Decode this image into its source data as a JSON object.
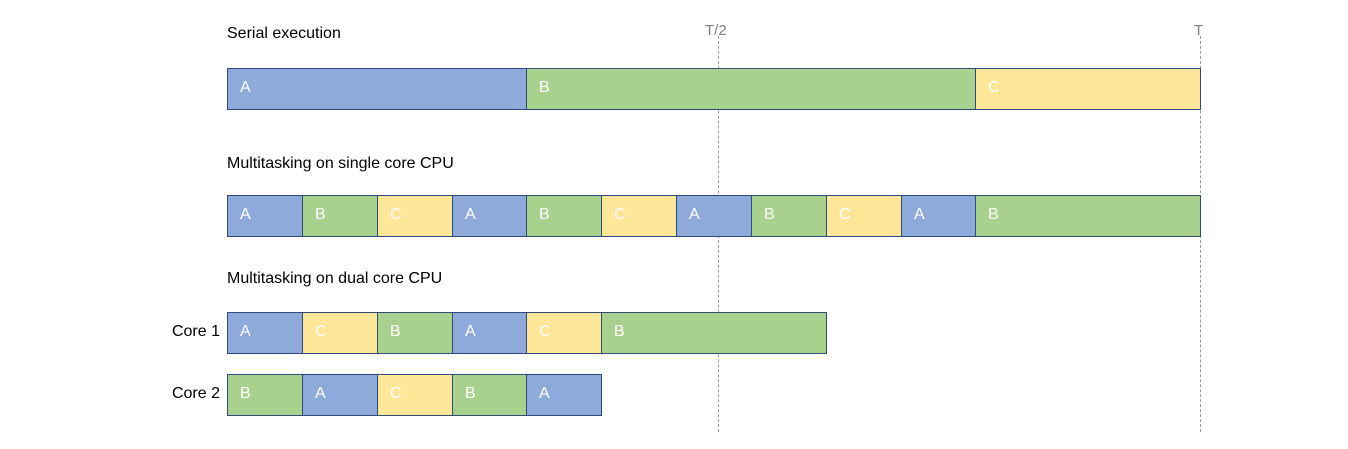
{
  "markers": {
    "half": "T/2",
    "full": "T"
  },
  "colors": {
    "A": "#8eaadb",
    "B": "#a9d18e",
    "C": "#ffe699",
    "border": "#2f4b7c"
  },
  "time_unit_note": "segments expressed in slices where one slice = 1/13 of T (units)",
  "serial": {
    "title": "Serial execution",
    "segments": [
      {
        "task": "A",
        "start": 0,
        "length": 4
      },
      {
        "task": "B",
        "start": 4,
        "length": 6
      },
      {
        "task": "C",
        "start": 10,
        "length": 3
      }
    ]
  },
  "single_core": {
    "title": "Multitasking on single core CPU",
    "segments": [
      {
        "task": "A",
        "start": 0,
        "length": 1
      },
      {
        "task": "B",
        "start": 1,
        "length": 1
      },
      {
        "task": "C",
        "start": 2,
        "length": 1
      },
      {
        "task": "A",
        "start": 3,
        "length": 1
      },
      {
        "task": "B",
        "start": 4,
        "length": 1
      },
      {
        "task": "C",
        "start": 5,
        "length": 1
      },
      {
        "task": "A",
        "start": 6,
        "length": 1
      },
      {
        "task": "B",
        "start": 7,
        "length": 1
      },
      {
        "task": "C",
        "start": 8,
        "length": 1
      },
      {
        "task": "A",
        "start": 9,
        "length": 1
      },
      {
        "task": "B",
        "start": 10,
        "length": 3
      }
    ]
  },
  "dual_core": {
    "title": "Multitasking on dual core CPU",
    "cores": [
      {
        "label": "Core 1",
        "segments": [
          {
            "task": "A",
            "start": 0,
            "length": 1
          },
          {
            "task": "C",
            "start": 1,
            "length": 1
          },
          {
            "task": "B",
            "start": 2,
            "length": 1
          },
          {
            "task": "A",
            "start": 3,
            "length": 1
          },
          {
            "task": "C",
            "start": 4,
            "length": 1
          },
          {
            "task": "B",
            "start": 5,
            "length": 3
          }
        ]
      },
      {
        "label": "Core 2",
        "segments": [
          {
            "task": "B",
            "start": 0,
            "length": 1
          },
          {
            "task": "A",
            "start": 1,
            "length": 1
          },
          {
            "task": "C",
            "start": 2,
            "length": 1
          },
          {
            "task": "B",
            "start": 3,
            "length": 1
          },
          {
            "task": "A",
            "start": 4,
            "length": 1
          }
        ]
      }
    ]
  }
}
